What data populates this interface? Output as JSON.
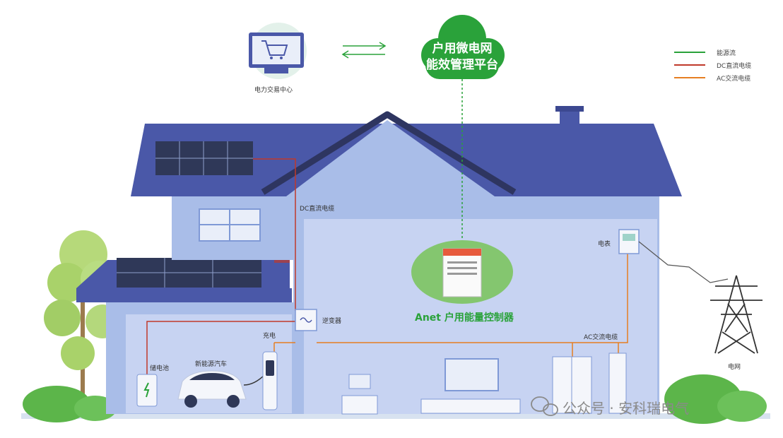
{
  "cloud": {
    "line1": "户用微电网",
    "line2": "能效管理平台"
  },
  "labels": {
    "trading_center": "电力交易中心",
    "dc_cable": "DC直流电缆",
    "inverter": "逆变器",
    "meter": "电表",
    "charging": "充电",
    "battery": "储电池",
    "ev": "新能源汽车",
    "ac_cable": "AC交流电缆",
    "grid": "电网"
  },
  "controller": {
    "label": "Anet 户用能量控制器"
  },
  "legend": [
    {
      "label": "能源流",
      "color": "#2aa23a"
    },
    {
      "label": "DC直流电缆",
      "color": "#c0392b"
    },
    {
      "label": "AC交流电缆",
      "color": "#e67e22"
    }
  ],
  "watermark": "公众号 · 安科瑞电气",
  "colors": {
    "roof": "#4a58a8",
    "wall": "#a9bde8",
    "wall_light": "#c7d3f2",
    "wall_dark": "#7f99d6",
    "green": "#2aa23a",
    "dc": "#c0392b",
    "ac": "#e67e22"
  }
}
